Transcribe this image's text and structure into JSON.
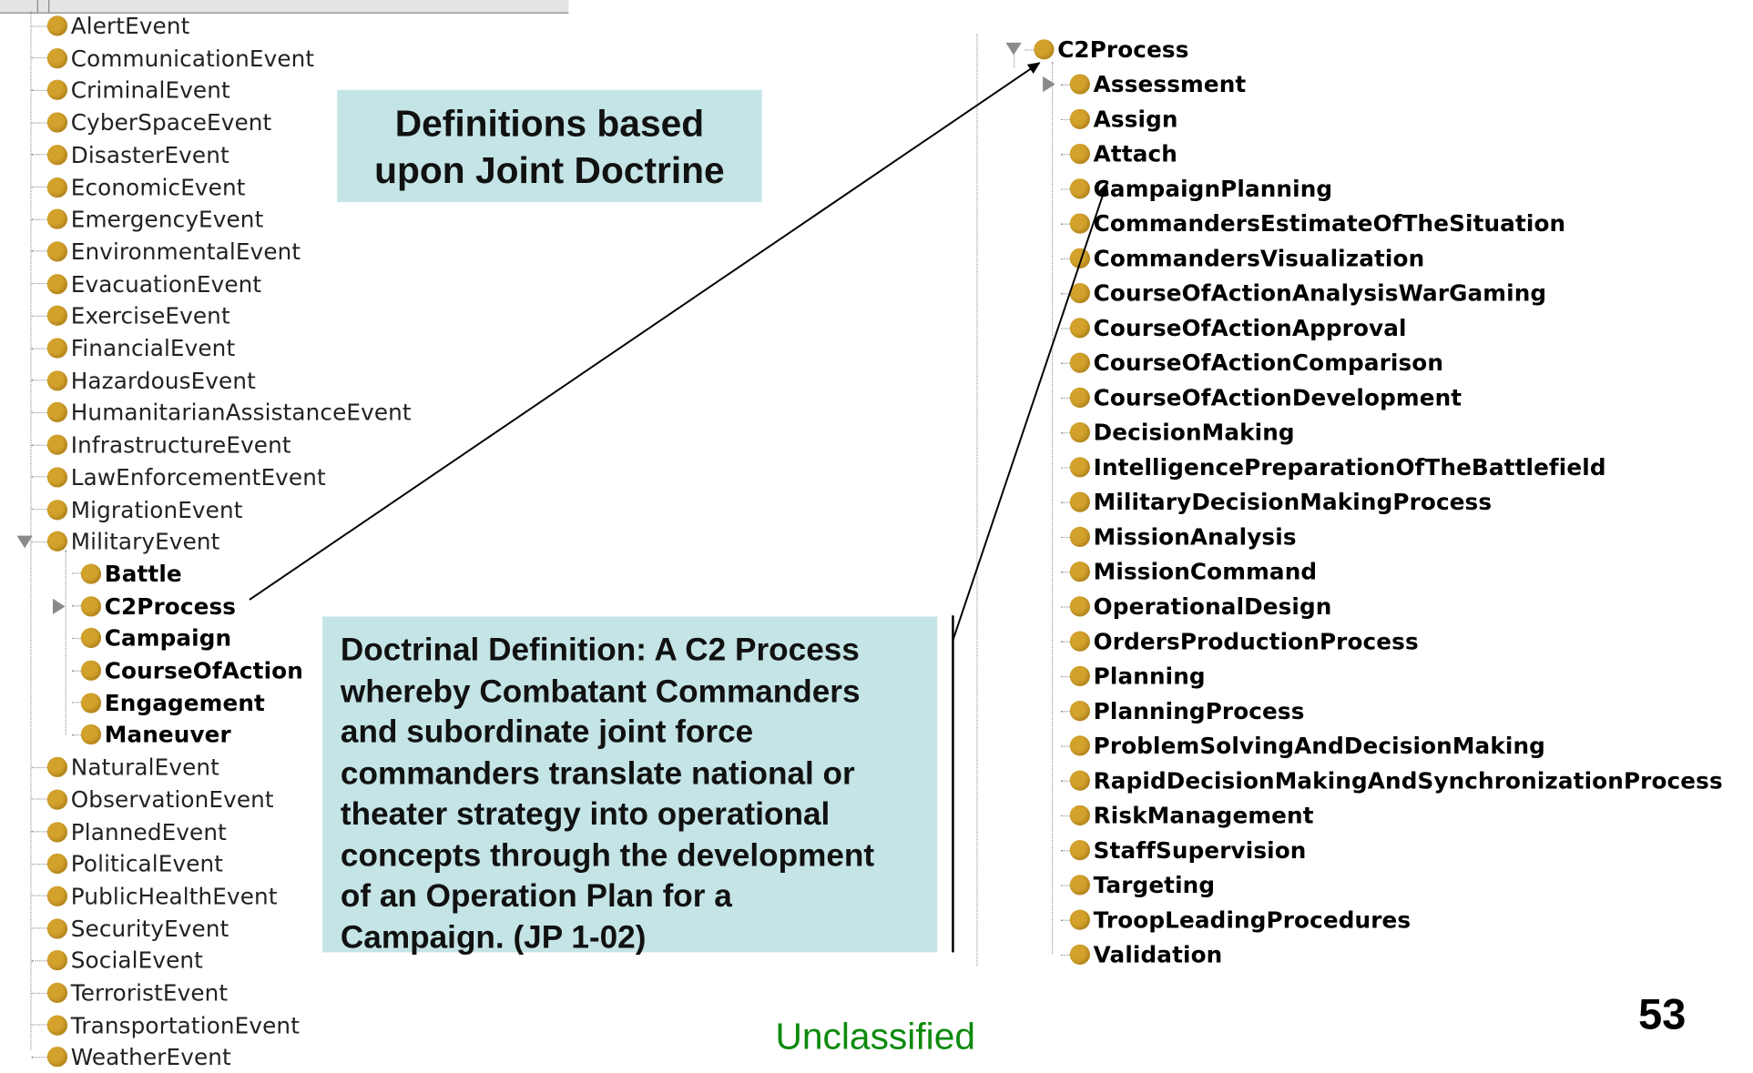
{
  "left_tree": {
    "top_items": [
      "AlertEvent",
      "CommunicationEvent",
      "CriminalEvent",
      "CyberSpaceEvent",
      "DisasterEvent",
      "EconomicEvent",
      "EmergencyEvent",
      "EnvironmentalEvent",
      "EvacuationEvent",
      "ExerciseEvent",
      "FinancialEvent",
      "HazardousEvent",
      "HumanitarianAssistanceEvent",
      "InfrastructureEvent",
      "LawEnforcementEvent",
      "MigrationEvent"
    ],
    "expanded_item": "MilitaryEvent",
    "expanded_children": [
      "Battle",
      "C2Process",
      "Campaign",
      "CourseOfAction",
      "Engagement",
      "Maneuver"
    ],
    "bottom_items": [
      "NaturalEvent",
      "ObservationEvent",
      "PlannedEvent",
      "PoliticalEvent",
      "PublicHealthEvent",
      "SecurityEvent",
      "SocialEvent",
      "TerroristEvent",
      "TransportationEvent",
      "WeatherEvent"
    ]
  },
  "right_tree": {
    "root": "C2Process",
    "children": [
      "Assessment",
      "Assign",
      "Attach",
      "CampaignPlanning",
      "CommandersEstimateOfTheSituation",
      "CommandersVisualization",
      "CourseOfActionAnalysisWarGaming",
      "CourseOfActionApproval",
      "CourseOfActionComparison",
      "CourseOfActionDevelopment",
      "DecisionMaking",
      "IntelligencePreparationOfTheBattlefield",
      "MilitaryDecisionMakingProcess",
      "MissionAnalysis",
      "MissionCommand",
      "OperationalDesign",
      "OrdersProductionProcess",
      "Planning",
      "PlanningProcess",
      "ProblemSolvingAndDecisionMaking",
      "RapidDecisionMakingAndSynchronizationProcess",
      "RiskManagement",
      "StaffSupervision",
      "Targeting",
      "TroopLeadingProcedures",
      "Validation"
    ]
  },
  "callouts": {
    "definitions": [
      "Definitions based",
      "upon Joint Doctrine"
    ],
    "doctrinal": [
      "Doctrinal Definition: A C2 Process",
      "whereby Combatant Commanders",
      "and subordinate joint force",
      "commanders translate national or",
      "theater strategy into operational",
      "concepts through the development",
      "of an Operation Plan for a",
      "Campaign. (JP 1-02)"
    ]
  },
  "footer": {
    "classification": "Unclassified",
    "page_number": "53"
  },
  "colors": {
    "node_dot": "#d2a22c",
    "callout_bg": "#c4e4e6",
    "footer_text": "#0d8a0d"
  },
  "icons": {
    "node": "class-node-icon",
    "expand": "expand-triangle-icon",
    "collapse": "collapse-triangle-icon"
  }
}
